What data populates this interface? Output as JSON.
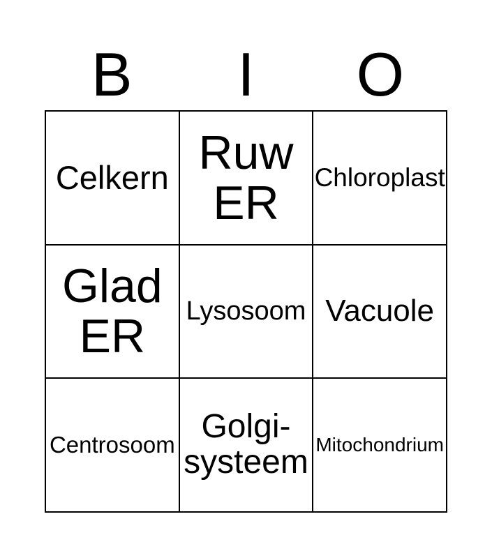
{
  "card": {
    "header": {
      "letters": [
        "B",
        "I",
        "O"
      ]
    },
    "grid": {
      "rows": 3,
      "columns": 3,
      "cells": [
        {
          "text": "Celkern",
          "column_letter": "B",
          "row": 1,
          "col": 1
        },
        {
          "text": "Ruw\nER",
          "column_letter": "I",
          "row": 1,
          "col": 2
        },
        {
          "text": "Chloroplast",
          "column_letter": "O",
          "row": 1,
          "col": 3
        },
        {
          "text": "Glad\nER",
          "column_letter": "B",
          "row": 2,
          "col": 1
        },
        {
          "text": "Lysosoom",
          "column_letter": "I",
          "row": 2,
          "col": 2
        },
        {
          "text": "Vacuole",
          "column_letter": "O",
          "row": 2,
          "col": 3
        },
        {
          "text": "Centrosoom",
          "column_letter": "B",
          "row": 3,
          "col": 1
        },
        {
          "text": "Golgi-\nsysteem",
          "column_letter": "I",
          "row": 3,
          "col": 2
        },
        {
          "text": "Mitochondrium",
          "column_letter": "O",
          "row": 3,
          "col": 3
        }
      ]
    },
    "colors": {
      "background": "#ffffff",
      "text": "#000000",
      "grid_line": "#000000"
    }
  }
}
